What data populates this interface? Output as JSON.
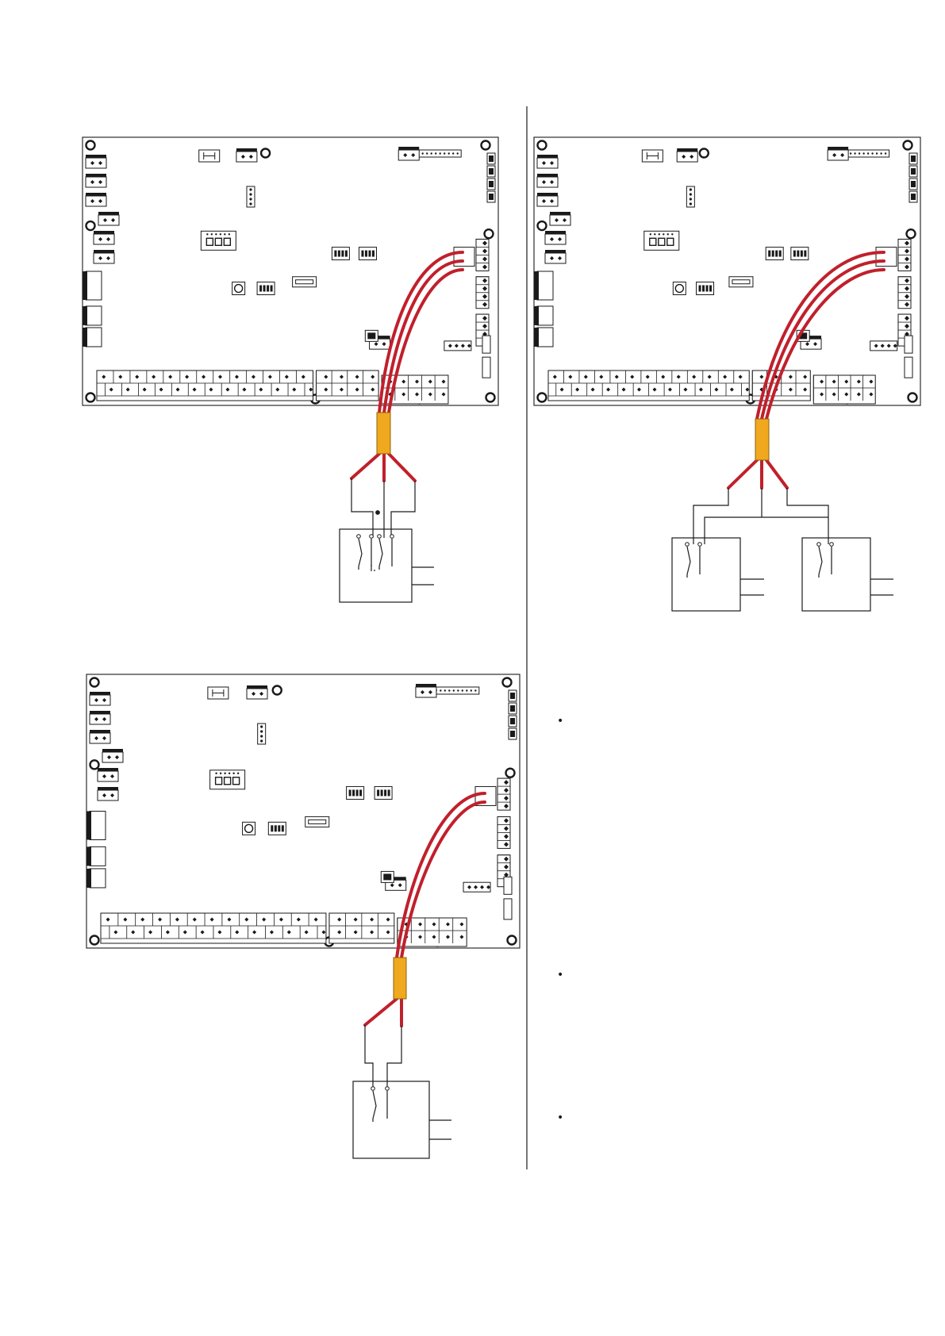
{
  "colors": {
    "outline": "#1a1a1a",
    "wire": "#c0202c",
    "sleeve": "#f0a81e",
    "paper": "#ffffff"
  },
  "panels": [
    {
      "id": "panel-top-left",
      "wires": 3,
      "loads": [
        {
          "contacts": 2
        }
      ]
    },
    {
      "id": "panel-top-right",
      "wires": 3,
      "loads": [
        {
          "contacts": 1
        },
        {
          "contacts": 1
        }
      ]
    },
    {
      "id": "panel-bottom-left",
      "wires": 2,
      "loads": [
        {
          "contacts": 1
        }
      ]
    }
  ],
  "bullets": [
    "•",
    "•",
    "•"
  ]
}
